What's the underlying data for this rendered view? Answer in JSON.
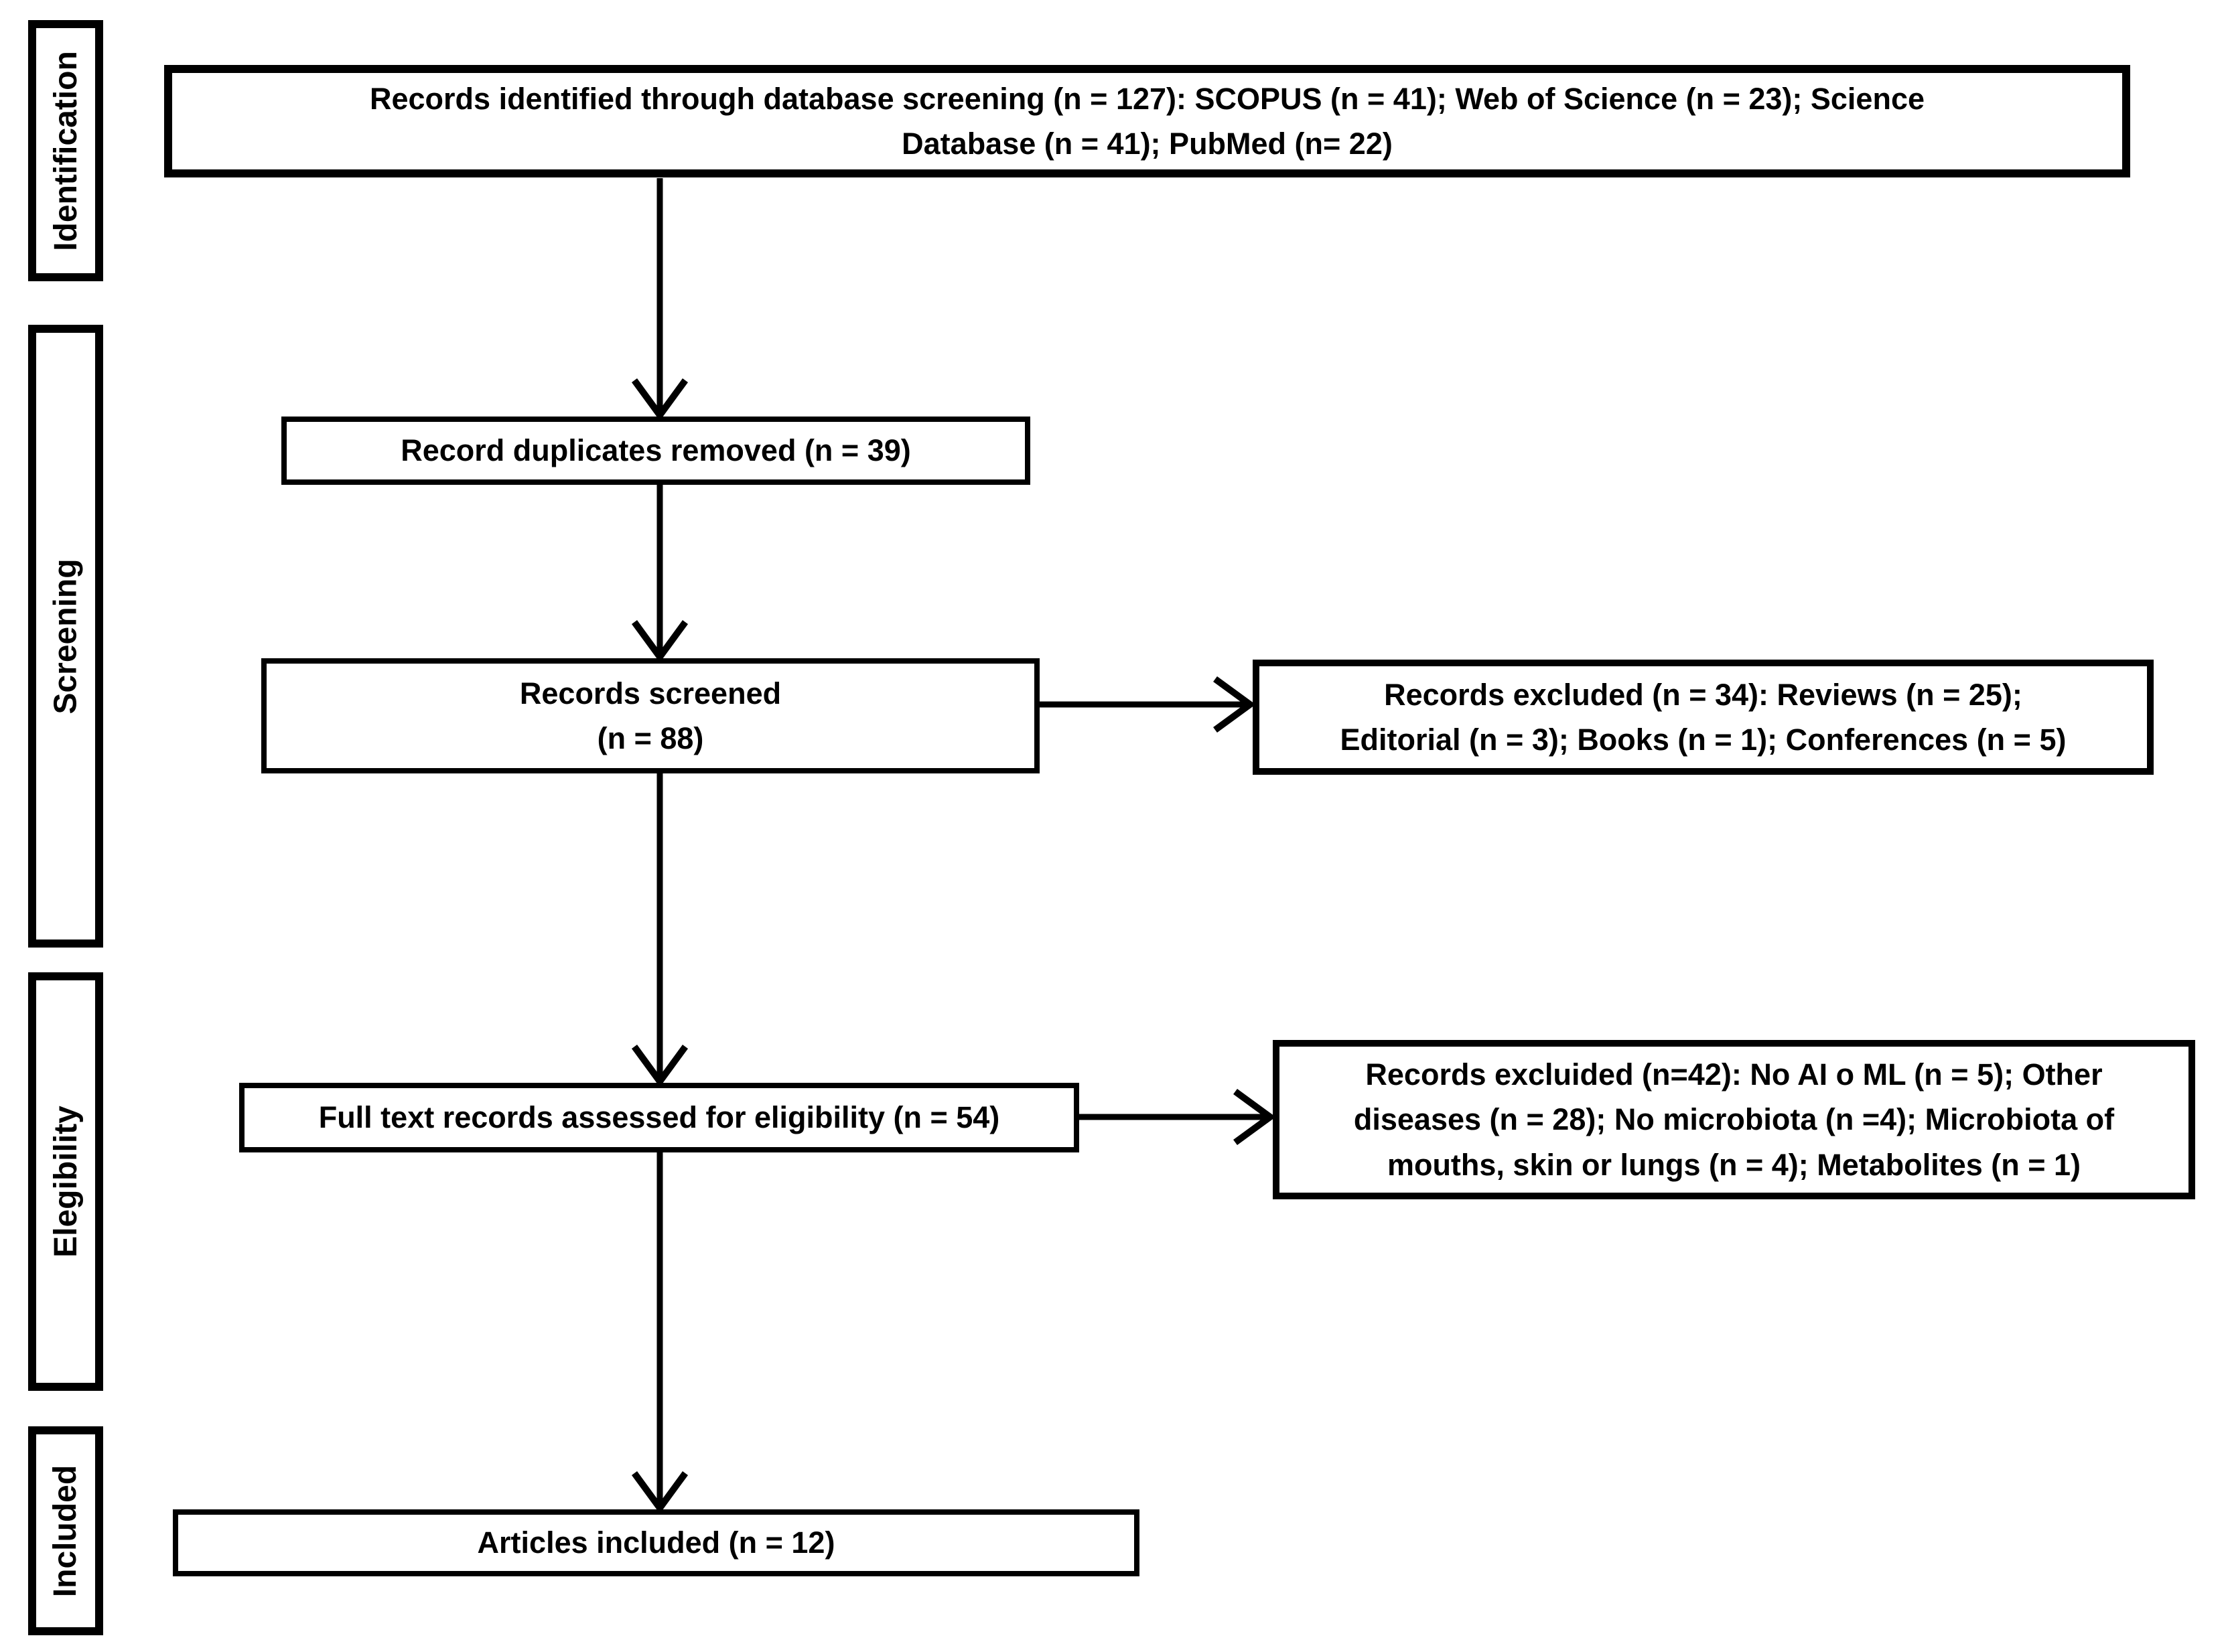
{
  "figure": {
    "type": "prisma-flow-diagram",
    "colors": {
      "line": "#000000",
      "text": "#000000",
      "background": "#ffffff"
    },
    "stages": [
      {
        "id": "identification",
        "label": "Identification"
      },
      {
        "id": "screening",
        "label": "Screening"
      },
      {
        "id": "eligibility",
        "label": "Elegibility"
      },
      {
        "id": "included",
        "label": "Included"
      }
    ],
    "boxes": {
      "identified": {
        "lines": [
          "Records identified through database screening (n = 127): SCOPUS (n = 41); Web of Science (n = 23); Science",
          "Database (n = 41); PubMed (n= 22)"
        ]
      },
      "duplicates_removed": {
        "lines": [
          "Record duplicates removed (n = 39)"
        ]
      },
      "records_screened": {
        "lines": [
          "Records screened",
          "(n = 88)"
        ]
      },
      "records_excluded_screening": {
        "lines": [
          "Records excluded (n = 34): Reviews (n = 25);",
          "Editorial (n = 3); Books (n = 1); Conferences (n = 5)"
        ]
      },
      "full_text_assessed": {
        "lines": [
          "Full text records assessed for eligibility (n = 54)"
        ]
      },
      "records_excluded_eligibility": {
        "lines": [
          "Records excluided (n=42): No AI o ML (n = 5); Other",
          "diseases (n = 28); No microbiota (n =4); Microbiota of",
          "mouths, skin or lungs (n = 4); Metabolites (n = 1)"
        ]
      },
      "articles_included": {
        "lines": [
          "Articles included (n = 12)"
        ]
      }
    }
  }
}
